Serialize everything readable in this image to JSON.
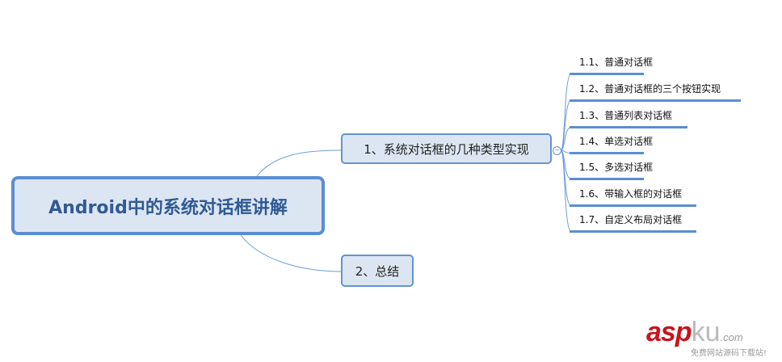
{
  "root": {
    "label": "Android中的系统对话框讲解"
  },
  "topics": [
    {
      "label": "1、系统对话框的几种类型实现",
      "children": [
        "1.1、普通对话框",
        "1.2、普通对话框的三个按钮实现",
        "1.3、普通列表对话框",
        "1.4、单选对话框",
        "1.5、多选对话框",
        "1.6、带输入框的对话框",
        "1.7、自定义布局对话框"
      ]
    },
    {
      "label": "2、总结"
    }
  ],
  "collapse_symbol": "−",
  "watermark": {
    "brand": "asp",
    "brand2": "ku",
    "domain": ".com",
    "slogan": "免费网站源码下载站!"
  },
  "colors": {
    "accent": "#5a8ed2",
    "root_fill": "#dce6f3",
    "root_text": "#2f5a93"
  }
}
